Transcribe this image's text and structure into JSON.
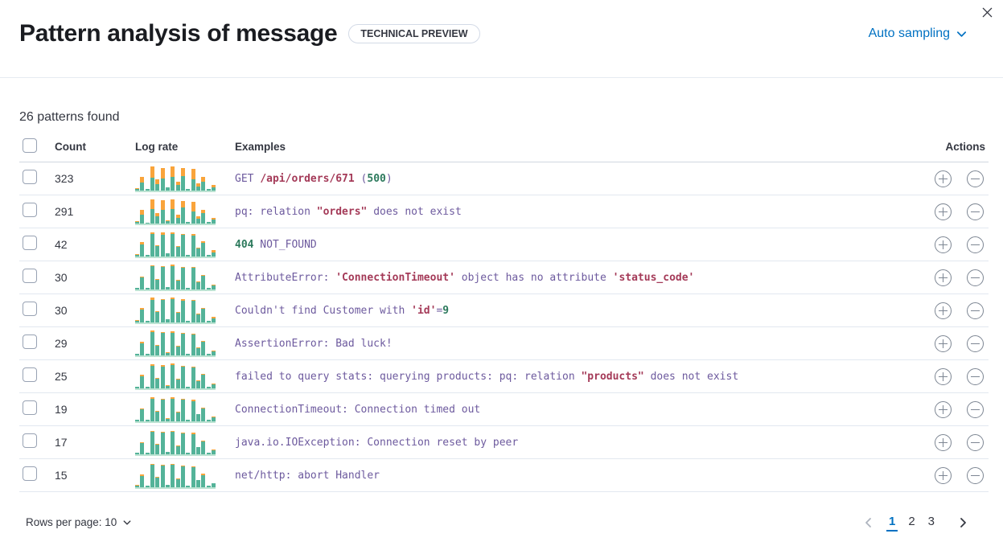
{
  "header": {
    "title": "Pattern analysis of message",
    "badge": "TECHNICAL PREVIEW",
    "sampling_label": "Auto sampling"
  },
  "summary": {
    "patterns_found": "26 patterns found"
  },
  "palette": {
    "accent_blue": "#0071c2",
    "bar_green": "#54b399",
    "bar_orange": "#f9a43b",
    "code_purple": "#6d5a9e",
    "code_red": "#a43a58",
    "code_green": "#2d7a5d"
  },
  "table": {
    "columns": [
      "Count",
      "Log rate",
      "Examples",
      "Actions"
    ],
    "rows": [
      {
        "count": "323",
        "bars": [
          [
            5,
            2
          ],
          [
            30,
            22
          ],
          [
            4,
            0
          ],
          [
            50,
            45
          ],
          [
            24,
            18
          ],
          [
            48,
            42
          ],
          [
            10,
            2
          ],
          [
            52,
            44
          ],
          [
            20,
            14
          ],
          [
            58,
            32
          ],
          [
            5,
            0
          ],
          [
            44,
            42
          ],
          [
            16,
            12
          ],
          [
            34,
            20
          ],
          [
            4,
            0
          ],
          [
            12,
            9
          ]
        ],
        "example": [
          {
            "text": "GET ",
            "color": "purple"
          },
          {
            "text": "/api/orders/671",
            "color": "red"
          },
          {
            "text": " (",
            "color": "purple"
          },
          {
            "text": "500",
            "color": "green"
          },
          {
            "text": ")",
            "color": "purple"
          }
        ]
      },
      {
        "count": "291",
        "bars": [
          [
            5,
            2
          ],
          [
            34,
            18
          ],
          [
            3,
            0
          ],
          [
            55,
            40
          ],
          [
            26,
            14
          ],
          [
            52,
            40
          ],
          [
            9,
            2
          ],
          [
            56,
            40
          ],
          [
            22,
            12
          ],
          [
            62,
            26
          ],
          [
            4,
            0
          ],
          [
            48,
            38
          ],
          [
            18,
            10
          ],
          [
            40,
            14
          ],
          [
            4,
            0
          ],
          [
            14,
            7
          ]
        ],
        "example": [
          {
            "text": "pq: relation ",
            "color": "purple"
          },
          {
            "text": "\"orders\"",
            "color": "red"
          },
          {
            "text": " does not exist",
            "color": "purple"
          }
        ]
      },
      {
        "count": "42",
        "bars": [
          [
            5,
            2
          ],
          [
            48,
            8
          ],
          [
            4,
            0
          ],
          [
            90,
            6
          ],
          [
            40,
            5
          ],
          [
            86,
            9
          ],
          [
            10,
            1
          ],
          [
            90,
            6
          ],
          [
            36,
            4
          ],
          [
            84,
            6
          ],
          [
            5,
            0
          ],
          [
            82,
            6
          ],
          [
            30,
            3
          ],
          [
            54,
            5
          ],
          [
            5,
            0
          ],
          [
            16,
            8
          ]
        ],
        "example": [
          {
            "text": "404",
            "color": "green"
          },
          {
            "text": " NOT_FOUND",
            "color": "purple"
          }
        ]
      },
      {
        "count": "30",
        "bars": [
          [
            5,
            1
          ],
          [
            46,
            5
          ],
          [
            4,
            0
          ],
          [
            92,
            4
          ],
          [
            38,
            4
          ],
          [
            88,
            4
          ],
          [
            9,
            0
          ],
          [
            92,
            5
          ],
          [
            34,
            3
          ],
          [
            86,
            4
          ],
          [
            4,
            0
          ],
          [
            84,
            4
          ],
          [
            28,
            3
          ],
          [
            52,
            4
          ],
          [
            4,
            0
          ],
          [
            15,
            3
          ]
        ],
        "example": [
          {
            "text": "AttributeError: ",
            "color": "purple"
          },
          {
            "text": "'ConnectionTimeout'",
            "color": "red"
          },
          {
            "text": " object has no attribute ",
            "color": "purple"
          },
          {
            "text": "'status_code'",
            "color": "red"
          }
        ]
      },
      {
        "count": "30",
        "bars": [
          [
            6,
            2
          ],
          [
            50,
            7
          ],
          [
            4,
            0
          ],
          [
            90,
            7
          ],
          [
            40,
            4
          ],
          [
            88,
            5
          ],
          [
            10,
            1
          ],
          [
            92,
            6
          ],
          [
            36,
            4
          ],
          [
            86,
            5
          ],
          [
            5,
            0
          ],
          [
            84,
            5
          ],
          [
            30,
            3
          ],
          [
            54,
            4
          ],
          [
            5,
            0
          ],
          [
            16,
            4
          ]
        ],
        "example": [
          {
            "text": "Couldn't find Customer with ",
            "color": "purple"
          },
          {
            "text": "'id'",
            "color": "red"
          },
          {
            "text": "=",
            "color": "purple"
          },
          {
            "text": "9",
            "color": "green"
          }
        ]
      },
      {
        "count": "29",
        "bars": [
          [
            5,
            1
          ],
          [
            48,
            5
          ],
          [
            4,
            0
          ],
          [
            92,
            5
          ],
          [
            38,
            4
          ],
          [
            88,
            5
          ],
          [
            9,
            1
          ],
          [
            90,
            5
          ],
          [
            34,
            3
          ],
          [
            86,
            4
          ],
          [
            4,
            0
          ],
          [
            82,
            4
          ],
          [
            28,
            3
          ],
          [
            52,
            4
          ],
          [
            4,
            0
          ],
          [
            14,
            3
          ]
        ],
        "example": [
          {
            "text": "AssertionError: Bad luck!",
            "color": "purple"
          }
        ]
      },
      {
        "count": "25",
        "bars": [
          [
            5,
            1
          ],
          [
            46,
            6
          ],
          [
            4,
            0
          ],
          [
            90,
            5
          ],
          [
            38,
            4
          ],
          [
            86,
            6
          ],
          [
            9,
            1
          ],
          [
            92,
            5
          ],
          [
            34,
            4
          ],
          [
            84,
            5
          ],
          [
            4,
            0
          ],
          [
            82,
            5
          ],
          [
            28,
            3
          ],
          [
            52,
            4
          ],
          [
            4,
            0
          ],
          [
            15,
            4
          ]
        ],
        "example": [
          {
            "text": "failed to query stats: querying products: pq: relation ",
            "color": "purple"
          },
          {
            "text": "\"products\"",
            "color": "red"
          },
          {
            "text": " does not exist",
            "color": "purple"
          }
        ]
      },
      {
        "count": "19",
        "bars": [
          [
            5,
            1
          ],
          [
            46,
            4
          ],
          [
            4,
            0
          ],
          [
            90,
            4
          ],
          [
            36,
            3
          ],
          [
            86,
            4
          ],
          [
            9,
            1
          ],
          [
            90,
            4
          ],
          [
            34,
            3
          ],
          [
            84,
            4
          ],
          [
            4,
            0
          ],
          [
            80,
            4
          ],
          [
            26,
            3
          ],
          [
            50,
            4
          ],
          [
            4,
            0
          ],
          [
            14,
            3
          ]
        ],
        "example": [
          {
            "text": "ConnectionTimeout: Connection timed out",
            "color": "purple"
          }
        ]
      },
      {
        "count": "17",
        "bars": [
          [
            5,
            1
          ],
          [
            44,
            4
          ],
          [
            4,
            0
          ],
          [
            88,
            4
          ],
          [
            36,
            3
          ],
          [
            84,
            4
          ],
          [
            8,
            1
          ],
          [
            88,
            4
          ],
          [
            32,
            3
          ],
          [
            82,
            4
          ],
          [
            4,
            0
          ],
          [
            80,
            4
          ],
          [
            26,
            3
          ],
          [
            50,
            3
          ],
          [
            4,
            0
          ],
          [
            14,
            3
          ]
        ],
        "example": [
          {
            "text": "java.io.IOException: Connection reset by peer",
            "color": "purple"
          }
        ]
      },
      {
        "count": "15",
        "bars": [
          [
            5,
            2
          ],
          [
            44,
            5
          ],
          [
            4,
            0
          ],
          [
            88,
            5
          ],
          [
            36,
            4
          ],
          [
            84,
            5
          ],
          [
            8,
            1
          ],
          [
            88,
            5
          ],
          [
            32,
            3
          ],
          [
            82,
            4
          ],
          [
            4,
            0
          ],
          [
            78,
            4
          ],
          [
            26,
            3
          ],
          [
            48,
            4
          ],
          [
            4,
            0
          ],
          [
            13,
            3
          ]
        ],
        "example": [
          {
            "text": "net/http: abort Handler",
            "color": "purple"
          }
        ]
      }
    ]
  },
  "footer": {
    "rows_per_page_label": "Rows per page: 10",
    "pages": [
      "1",
      "2",
      "3"
    ],
    "active_page": "1"
  }
}
